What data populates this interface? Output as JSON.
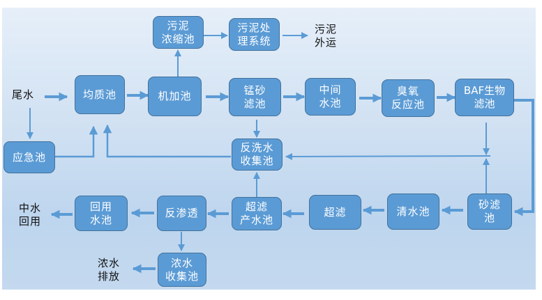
{
  "colors": {
    "box_fill": "#5b9bd5",
    "box_border": "#41719c",
    "arrow": "#5b9bd5",
    "box_text": "#ffffff",
    "label_text": "#111111"
  },
  "nodes": {
    "sludge_thickener": "污泥\n浓缩池",
    "sludge_treatment": "污泥处\n理系统",
    "equalization_tank": "均质池",
    "clarifier": "机加池",
    "manganese_sand_filter": "锰砂\n滤池",
    "intermediate_tank": "中间\n水池",
    "ozone_reactor": "臭氧\n反应池",
    "baf_filter": "BAF生物\n滤池",
    "emergency_tank": "应急池",
    "backwash_tank": "反洗水\n收集池",
    "reuse_tank": "回用\n水池",
    "reverse_osmosis": "反渗透",
    "uf_product_tank": "超滤\n产水池",
    "ultrafiltration": "超滤",
    "clear_water_tank": "清水池",
    "sand_filter": "砂滤\n池",
    "concentrate_tank": "浓水\n收集池"
  },
  "labels": {
    "tail_water": "尾水",
    "sludge_outbound": "污泥\n外运",
    "reclaimed_water_reuse": "中水\n回用",
    "concentrate_discharge": "浓水\n排放"
  }
}
